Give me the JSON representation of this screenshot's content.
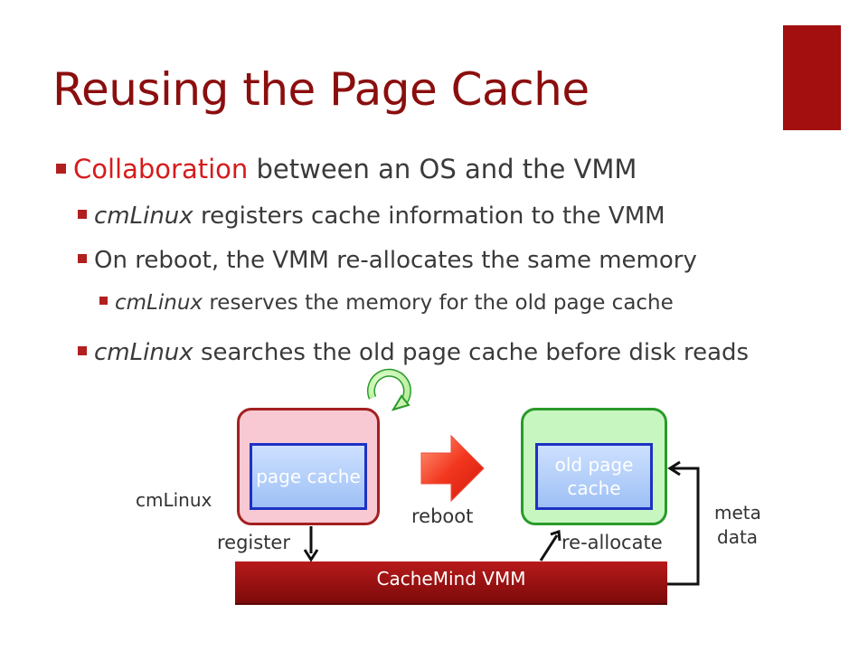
{
  "slide": {
    "title": "Reusing the Page Cache",
    "bullets": {
      "b1_highlight": "Collaboration",
      "b1_rest": " between an OS and the VMM",
      "b2_italic": "cmLinux",
      "b2_rest": " registers cache information to the VMM",
      "b3": "On reboot, the VMM re-allocates the same memory",
      "b4_italic": "cmLinux",
      "b4_rest": " reserves the memory for the old page cache",
      "b5_italic": "cmLinux",
      "b5_rest": " searches the old page cache before disk reads"
    }
  },
  "diagram": {
    "left_cache": "page cache",
    "right_cache": "old page cache",
    "cmlinux_label": "cmLinux",
    "reboot_label": "reboot",
    "register_label": "register",
    "reallocate_label": "re-allocate",
    "metadata_label_1": "meta",
    "metadata_label_2": "data",
    "vmm_label": "CacheMind VMM"
  },
  "colors": {
    "title": "#8b0e0e",
    "accent": "#d51b1b",
    "bullet": "#b21f1f",
    "corner_block": "#a30f0f"
  }
}
